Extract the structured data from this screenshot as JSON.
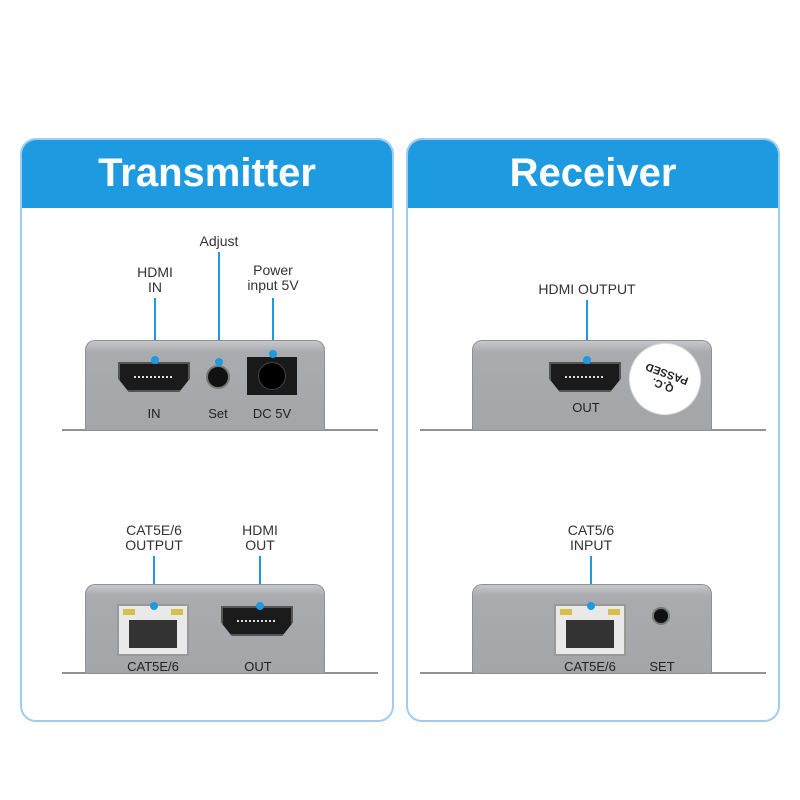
{
  "transmitter": {
    "title": "Transmitter",
    "top": {
      "hdmi_in_label": "HDMI\nIN",
      "adjust_label": "Adjust",
      "power_label": "Power\ninput 5V",
      "port_in": "IN",
      "port_set": "Set",
      "port_dc": "DC 5V"
    },
    "bottom": {
      "cat_label": "CAT5E/6\nOUTPUT",
      "hdmi_out_label": "HDMI\nOUT",
      "port_cat": "CAT5E/6",
      "port_out": "OUT"
    }
  },
  "receiver": {
    "title": "Receiver",
    "top": {
      "hdmi_output_label": "HDMI OUTPUT",
      "port_out": "OUT",
      "qc_sticker": "Q.C. PASSED"
    },
    "bottom": {
      "cat_label": "CAT5/6\nINPUT",
      "port_cat": "CAT5E/6",
      "port_set": "SET"
    }
  },
  "colors": {
    "accent": "#1e9ae0",
    "device": "#a9abae"
  }
}
